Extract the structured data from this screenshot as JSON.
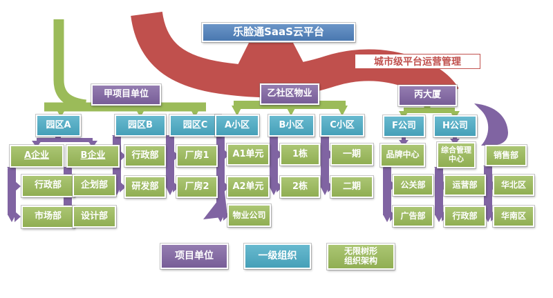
{
  "colors": {
    "platform_blue": "#4F81BD",
    "project_unit_purple": "#8064A2",
    "level1_cyan": "#4BACC6",
    "tree_green": "#9BBB59",
    "flow_red": "#C0504D",
    "text_white": "#FFFFFF"
  },
  "title": "乐脸通SaaS云平台",
  "annotation": "城市级平台运营管理",
  "tree": [
    {
      "unit": "甲项目单位",
      "orgs": [
        {
          "label": "园区A",
          "children": [
            {
              "label": "A企业",
              "children": [
                "行政部",
                "市场部"
              ]
            },
            {
              "label": "B企业",
              "children": [
                "企划部",
                "设计部"
              ]
            }
          ]
        },
        {
          "label": "园区B",
          "children": [
            "行政部",
            "研发部"
          ]
        },
        {
          "label": "园区C",
          "children": [
            "厂房1",
            "厂房2"
          ]
        }
      ]
    },
    {
      "unit": "乙社区物业",
      "orgs": [
        {
          "label": "A小区",
          "children": [
            "A1单元",
            "A2单元",
            "物业公司"
          ]
        },
        {
          "label": "B小区",
          "children": [
            "1栋",
            "2栋"
          ]
        },
        {
          "label": "C小区",
          "children": [
            "一期",
            "二期"
          ]
        }
      ]
    },
    {
      "unit": "丙大厦",
      "orgs": [
        {
          "label": "F公司",
          "children": [
            {
              "label": "品牌中心",
              "children": [
                "公关部",
                "广告部"
              ]
            }
          ]
        },
        {
          "label": "H公司",
          "children": [
            {
              "label": "综合管理中心",
              "children": [
                "运营部",
                "行政部"
              ]
            },
            {
              "label": "销售部",
              "children": [
                "华北区",
                "华南区"
              ]
            }
          ]
        }
      ]
    }
  ],
  "legend": [
    {
      "label": "项目单位"
    },
    {
      "label": "一级组织"
    },
    {
      "label": "无限树形\n组织架构"
    }
  ]
}
